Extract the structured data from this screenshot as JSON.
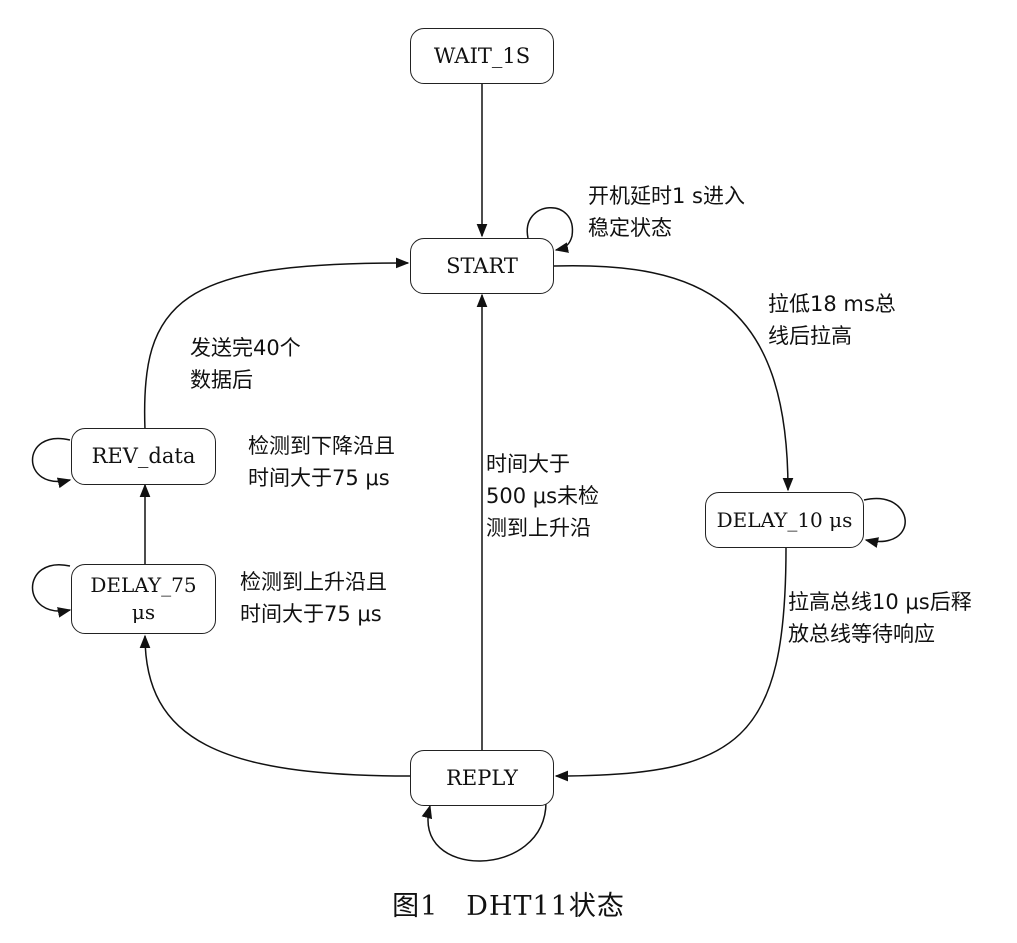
{
  "states": {
    "wait_1s": "WAIT_1S",
    "start": "START",
    "delay_10": "DELAY_10 μs",
    "reply": "REPLY",
    "delay_75": "DELAY_75\nμs",
    "rev_data": "REV_data"
  },
  "transitions": {
    "start_self": "开机延时1 s进入\n稳定状态",
    "start_to_delay10": "拉低18 ms总\n线后拉高",
    "delay10_to_reply": "拉高总线10 μs后释\n放总线等待响应",
    "reply_to_start": "时间大于\n500 μs未检\n测到上升沿",
    "delay75_to_rev": "检测到上升沿且\n时间大于75 μs",
    "rev_self": "检测到下降沿且\n时间大于75 μs",
    "rev_to_start": "发送完40个\n数据后"
  },
  "caption": "图1　DHT11状态"
}
